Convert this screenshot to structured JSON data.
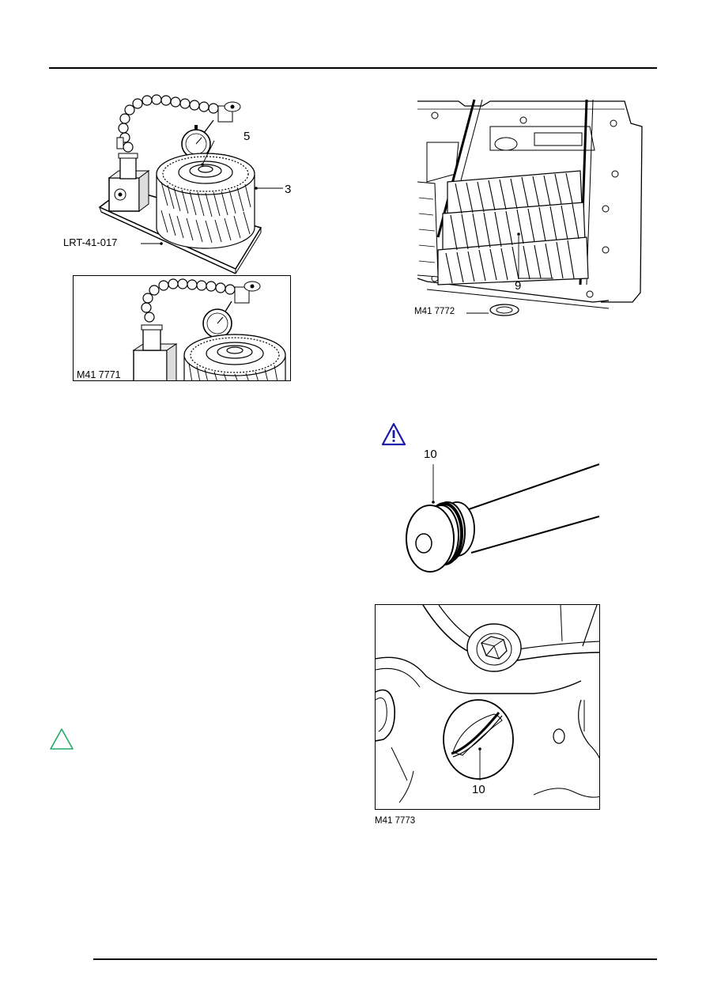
{
  "figures": {
    "dial_gauge_setup": {
      "tool_label": "LRT-41-017",
      "callout_gauge": "5",
      "callout_gear": "3"
    },
    "dial_gauge_inset": {
      "figure_code": "M41 7771"
    },
    "gearbox_gears": {
      "callout_gear": "9",
      "figure_code": "M41 7772"
    },
    "shaft_oring": {
      "callout": "10"
    },
    "housing_seal": {
      "callout": "10",
      "figure_code": "M41 7773"
    }
  },
  "icons": {
    "warning": {
      "name": "warning-icon",
      "color": "#1a1aa6"
    },
    "note": {
      "name": "note-icon",
      "color": "#22aa66"
    }
  }
}
